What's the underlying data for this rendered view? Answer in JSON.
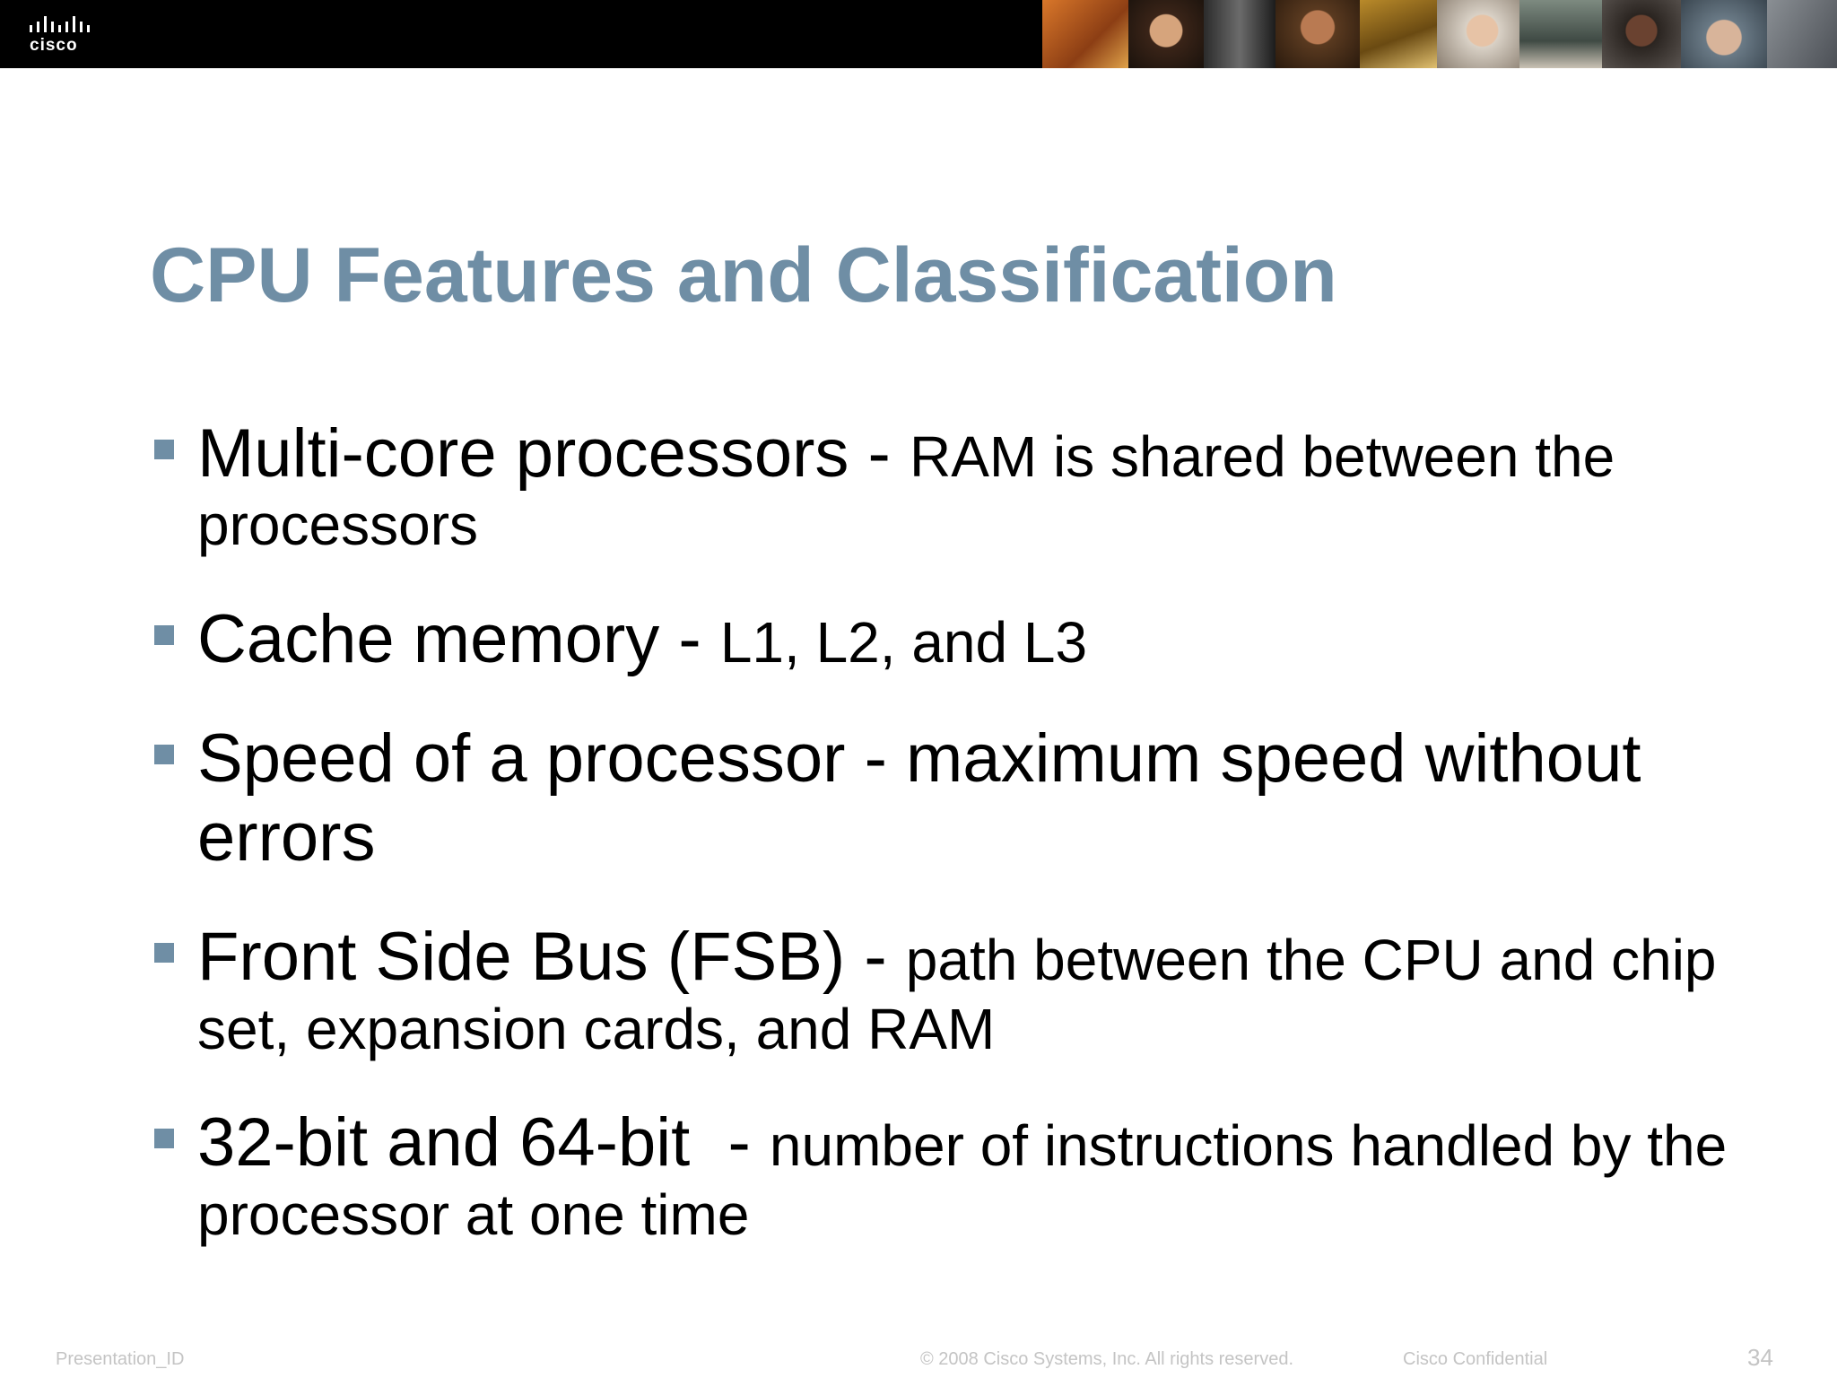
{
  "header": {
    "logo_text": "cisco",
    "logo_icon": "cisco-bridge-logo-icon",
    "photo_strip_icon": "people-photo-strip",
    "bar_color": "#000000"
  },
  "slide": {
    "title": "CPU Features and Classification",
    "title_color": "#6f8ea5",
    "bullets": [
      {
        "term": "Multi-core processors",
        "separator": " - ",
        "description": "RAM is shared between the processors"
      },
      {
        "term": "Cache memory",
        "separator": " - ",
        "description": "L1, L2, and L3"
      },
      {
        "term": "Speed of a processor",
        "separator": " - ",
        "description": "maximum speed without errors"
      },
      {
        "term": "Front Side Bus (FSB)",
        "separator": " - ",
        "description": "path between the CPU and chip set, expansion cards, and RAM"
      },
      {
        "term": "32-bit and 64-bit",
        "separator": "  - ",
        "description": "number of instructions handled by the processor at one time"
      }
    ]
  },
  "footer": {
    "presentation_id": "Presentation_ID",
    "copyright": "© 2008 Cisco Systems, Inc. All rights reserved.",
    "confidential": "Cisco Confidential",
    "page_number": "34"
  }
}
